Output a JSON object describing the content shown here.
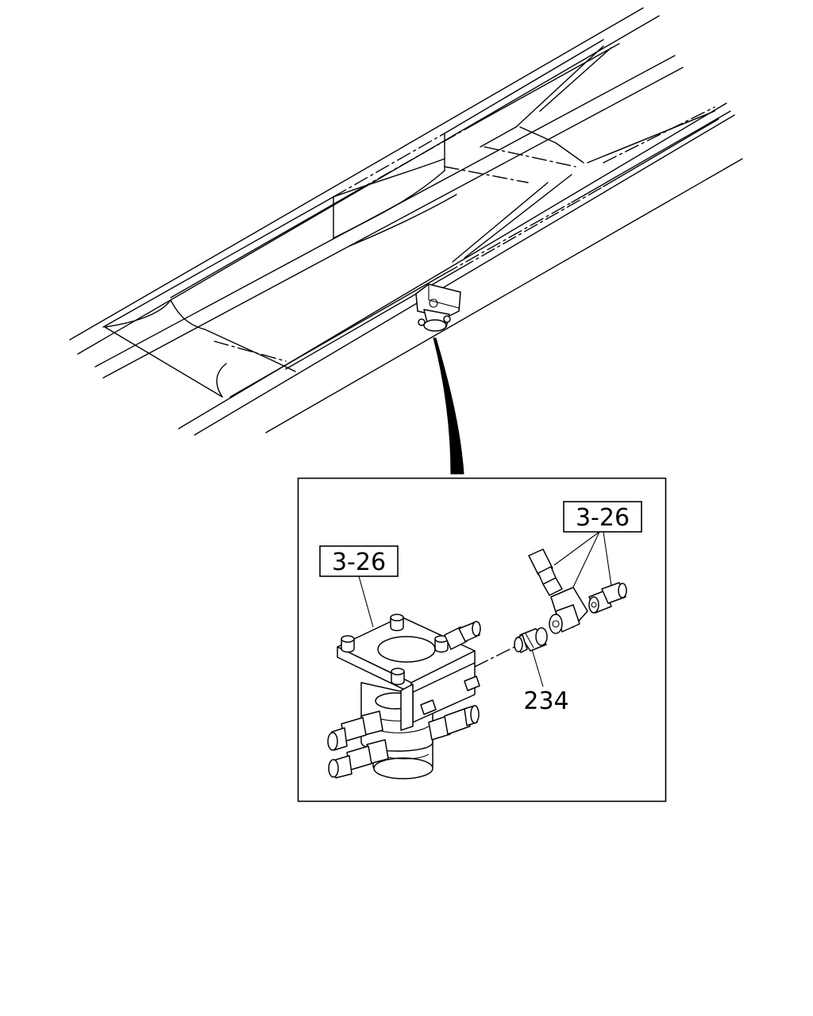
{
  "labels": {
    "ref_left": "3-26",
    "ref_right": "3-26",
    "part_number": "234"
  }
}
